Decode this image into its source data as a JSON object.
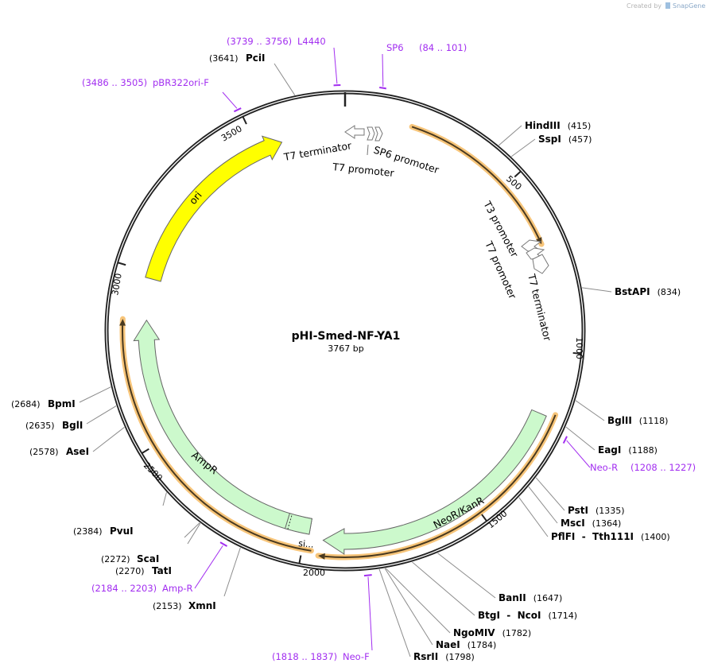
{
  "branding": {
    "created_by": "Created by",
    "app": "SnapGene"
  },
  "plasmid": {
    "name": "pHI-Smed-NF-YA1",
    "length": 3767,
    "length_label": "3767 bp"
  },
  "ticks": [
    "500",
    "1000",
    "1500",
    "2000",
    "2500",
    "3000",
    "3500"
  ],
  "enzymes": [
    {
      "name": "PciI",
      "pos": "(3641)"
    },
    {
      "name": "HindIII",
      "pos": "(415)"
    },
    {
      "name": "SspI",
      "pos": "(457)"
    },
    {
      "name": "BstAPI",
      "pos": "(834)"
    },
    {
      "name": "BglII",
      "pos": "(1118)"
    },
    {
      "name": "EagI",
      "pos": "(1188)"
    },
    {
      "name": "PstI",
      "pos": "(1335)"
    },
    {
      "name": "MscI",
      "pos": "(1364)"
    },
    {
      "name": "PflFI  -  Tth111I",
      "pos": "(1400)"
    },
    {
      "name": "BanII",
      "pos": "(1647)"
    },
    {
      "name": "BtgI  -  NcoI",
      "pos": "(1714)"
    },
    {
      "name": "NgoMIV",
      "pos": "(1782)"
    },
    {
      "name": "NaeI",
      "pos": "(1784)"
    },
    {
      "name": "RsrII",
      "pos": "(1798)"
    },
    {
      "name": "XmnI",
      "pos": "(2153)"
    },
    {
      "name": "TatI",
      "pos": "(2270)"
    },
    {
      "name": "ScaI",
      "pos": "(2272)"
    },
    {
      "name": "PvuI",
      "pos": "(2384)"
    },
    {
      "name": "AseI",
      "pos": "(2578)"
    },
    {
      "name": "BglI",
      "pos": "(2635)"
    },
    {
      "name": "BpmI",
      "pos": "(2684)"
    }
  ],
  "primers": [
    {
      "name": "L4440",
      "range": "(3739 .. 3756)"
    },
    {
      "name": "SP6",
      "range": "(84 .. 101)"
    },
    {
      "name": "pBR322ori-F",
      "range": "(3486 .. 3505)"
    },
    {
      "name": "Neo-R",
      "range": "(1208 .. 1227)"
    },
    {
      "name": "Amp-R",
      "range": "(2184 .. 2203)"
    },
    {
      "name": "Neo-F",
      "range": "(1818 .. 1837)"
    }
  ],
  "features": [
    {
      "name": "ori",
      "start": 2982,
      "end": 3573,
      "color": "#ffff00",
      "direction": "forward"
    },
    {
      "name": "NeoR/KanR",
      "start": 1182,
      "end": 1946,
      "color": "#ccf9cc",
      "direction": "forward"
    },
    {
      "name": "AmpR",
      "start": 1988,
      "end": 2857,
      "color": "#ccf9cc",
      "direction": "forward"
    },
    {
      "name": "si...",
      "start": 1988,
      "end": 2060,
      "color": "#ccf9cc"
    }
  ],
  "orfs": [
    {
      "start": 190,
      "end": 693,
      "color": "#f7c57a"
    },
    {
      "start": 1170,
      "end": 1955,
      "color": "#f7c57a"
    },
    {
      "start": 1975,
      "end": 2857,
      "color": "#f7c57a"
    }
  ],
  "small_features": {
    "top": [
      "T7 terminator",
      "SP6 promoter",
      "T7 promoter"
    ],
    "right": [
      "T3 promoter",
      "T7 promoter",
      "T7 terminator"
    ]
  },
  "colors": {
    "primer": "#a22ef0",
    "backbone": "#222222",
    "site_line": "#8c8c8c"
  }
}
